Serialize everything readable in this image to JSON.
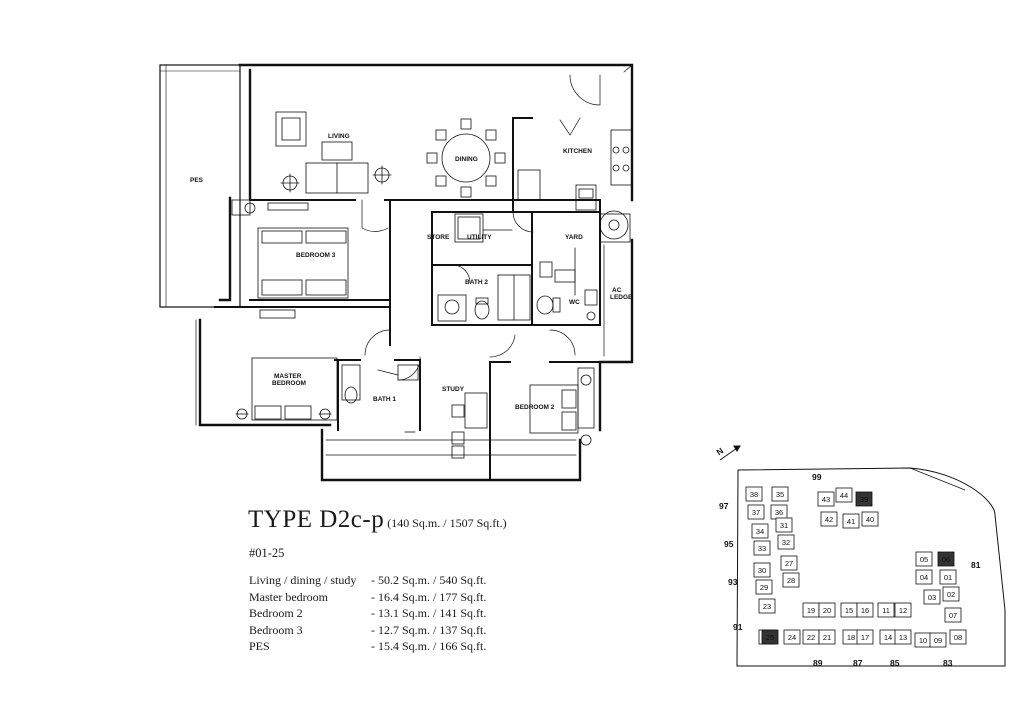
{
  "plan": {
    "rooms": {
      "pes": "PES",
      "living": "LIVING",
      "dining": "DINING",
      "kitchen": "KITCHEN",
      "bedroom3": "BEDROOM 3",
      "store": "STORE",
      "utility": "UTILITY",
      "yard": "YARD",
      "bath2": "BATH 2",
      "wc": "WC",
      "ac_ledge_line1": "AC",
      "ac_ledge_line2": "LEDGE",
      "master_line1": "MASTER",
      "master_line2": "BEDROOM",
      "bath1": "BATH 1",
      "study": "STUDY",
      "bedroom2": "BEDROOM 2"
    }
  },
  "unit": {
    "type": "TYPE D2c-p",
    "size": "(140 Sq.m. / 1507 Sq.ft.)",
    "number": "#01-25"
  },
  "areas": [
    {
      "room": "Living / dining / study",
      "value": "- 50.2 Sq.m. / 540 Sq.ft."
    },
    {
      "room": "Master bedroom",
      "value": "- 16.4 Sq.m. / 177 Sq.ft."
    },
    {
      "room": "Bedroom 2",
      "value": "- 13.1 Sq.m. / 141 Sq.ft."
    },
    {
      "room": "Bedroom 3",
      "value": "- 12.7 Sq.m. / 137 Sq.ft."
    },
    {
      "room": "PES",
      "value": "- 15.4 Sq.m. / 166 Sq.ft."
    }
  ],
  "site_plan": {
    "north": "N",
    "roads": [
      "99",
      "97",
      "95",
      "93",
      "91",
      "89",
      "87",
      "85",
      "83",
      "81"
    ],
    "blocks": [
      "38",
      "35",
      "37",
      "36",
      "34",
      "31",
      "33",
      "32",
      "30",
      "27",
      "29",
      "28",
      "23",
      "26",
      "24",
      "22",
      "21",
      "19",
      "20",
      "18",
      "17",
      "15",
      "16",
      "14",
      "13",
      "11",
      "12",
      "10",
      "09",
      "08",
      "07",
      "03",
      "02",
      "04",
      "01",
      "05",
      "06",
      "43",
      "44",
      "39",
      "42",
      "41",
      "40",
      "25"
    ],
    "highlighted": [
      "25",
      "39",
      "06"
    ]
  }
}
